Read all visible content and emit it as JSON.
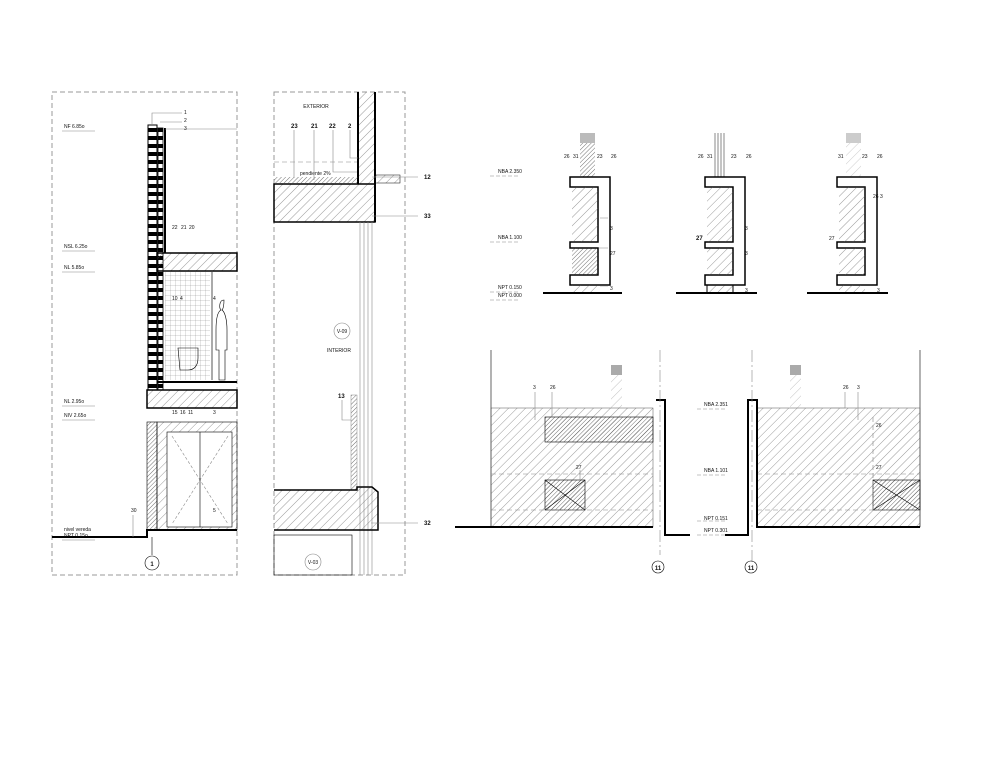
{
  "section_1": {
    "levels": [
      "NF 6.85o",
      "NSL 6.25o",
      "NL 5.85o",
      "NL 2.95o",
      "NIV 2.65o",
      "nivel vereda",
      "NPT 0.15o"
    ],
    "callouts": [
      "1",
      "2",
      "3",
      "22",
      "21",
      "20",
      "10",
      "4",
      "4",
      "15",
      "16",
      "11",
      "3",
      "5",
      "30"
    ],
    "grid_marker": "1"
  },
  "section_2": {
    "exterior": "EXTERIOR",
    "interior": "INTERIOR",
    "slope_note": "pendiente 2%",
    "callouts": [
      "23",
      "21",
      "22",
      "2",
      "12",
      "33",
      "13",
      "32"
    ],
    "view_markers": [
      "V-09",
      "V-03"
    ]
  },
  "details_top": {
    "levels": [
      "NBA 2.350",
      "NBA 1.100",
      "NPT 0.150",
      "NPT 0.000"
    ],
    "detail_a": [
      "26",
      "31",
      "23",
      "26",
      "3",
      "27",
      "3"
    ],
    "detail_b": [
      "26",
      "31",
      "23",
      "26",
      "3",
      "27",
      "3",
      "3"
    ],
    "detail_c": [
      "31",
      "23",
      "26",
      "26",
      "3",
      "27",
      "3"
    ]
  },
  "elevations_bottom": {
    "levels": [
      "NBA 2.351",
      "NBA 1.101",
      "NPT 0.151",
      "NPT 0.301"
    ],
    "left_callouts": [
      "3",
      "26",
      "27"
    ],
    "right_callouts": [
      "26",
      "3",
      "26",
      "27"
    ],
    "grid_markers": [
      "11",
      "11"
    ]
  }
}
